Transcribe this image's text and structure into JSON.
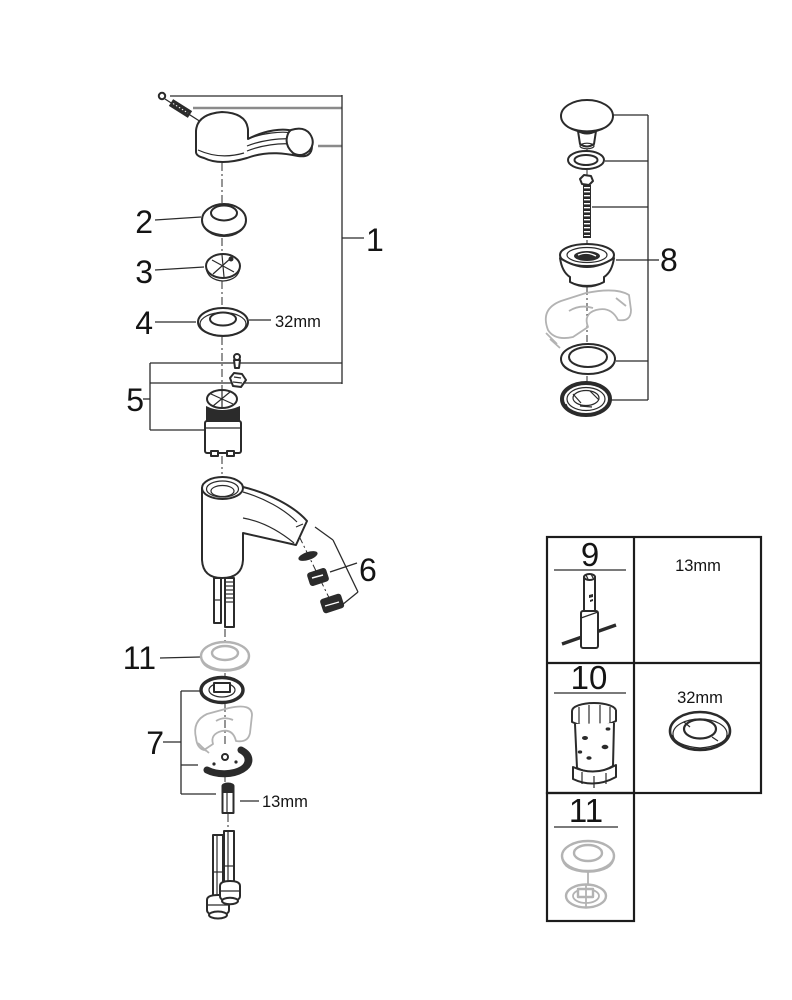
{
  "colors": {
    "ink": "#2b2b2b",
    "gray_line": "#8a8a8a",
    "light_gray": "#b3b3b3",
    "background": "#ffffff"
  },
  "callouts": {
    "1": "1",
    "2": "2",
    "3": "3",
    "4": "4",
    "5": "5",
    "6": "6",
    "7": "7",
    "8": "8",
    "11": "11"
  },
  "dimensions": {
    "cap_nut_size": "32mm",
    "mounting_stud_size": "13mm"
  },
  "tools_table": {
    "rows": [
      {
        "ref": "9",
        "size": "13mm"
      },
      {
        "ref": "10",
        "size": "32mm"
      },
      {
        "ref": "11"
      }
    ]
  }
}
